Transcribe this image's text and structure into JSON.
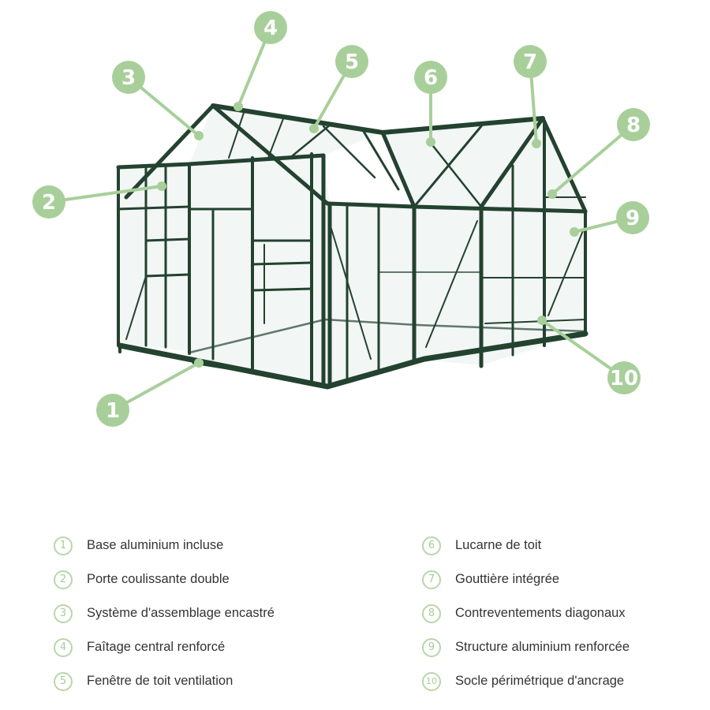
{
  "colors": {
    "accent": "#a8cf9a",
    "frame": "#23422f",
    "glass": "#e9f1ef",
    "text": "#333333"
  },
  "callouts": [
    {
      "num": "1",
      "label": "Base aluminium incluse"
    },
    {
      "num": "2",
      "label": "Porte coulissante double"
    },
    {
      "num": "3",
      "label": "Système d'assemblage encastré"
    },
    {
      "num": "4",
      "label": "Faîtage central renforcé"
    },
    {
      "num": "5",
      "label": "Fenêtre de toit ventilation"
    },
    {
      "num": "6",
      "label": "Lucarne de toit"
    },
    {
      "num": "7",
      "label": "Gouttière intégrée"
    },
    {
      "num": "8",
      "label": "Contreventements diagonaux"
    },
    {
      "num": "9",
      "label": "Structure aluminium renforcée"
    },
    {
      "num": "10",
      "label": "Socle périmétrique d'ancrage"
    }
  ]
}
